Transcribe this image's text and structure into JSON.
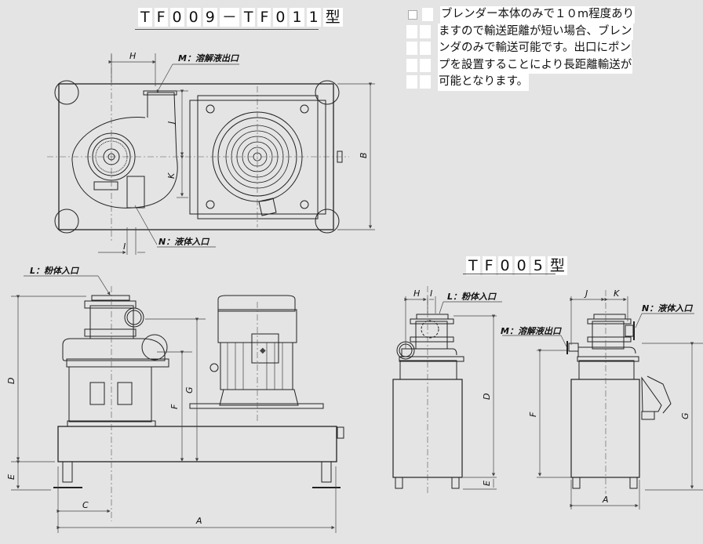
{
  "titles": {
    "top": [
      "T",
      "F",
      "0",
      "0",
      "9",
      "－",
      "T",
      "F",
      "0",
      "1",
      "1",
      "型"
    ],
    "bottom": [
      "T",
      "F",
      "0",
      "0",
      "5",
      "型"
    ]
  },
  "note": {
    "lines": [
      "ブレンダー本体のみで１０m程度あり",
      "ますので輸送距離が短い場合、ブレン",
      "ンダのみで輸送可能です。出口にポン",
      "プを設置することにより長距離輸送が",
      "可能となります。"
    ]
  },
  "labels": {
    "M": "M：溶解液出口",
    "N": "N：液体入口",
    "L": "L：粉体入口"
  },
  "dimensions": {
    "top_view": [
      "H",
      "J",
      "K",
      "B",
      "I"
    ],
    "tf009_side": [
      "D",
      "E",
      "F",
      "G",
      "C",
      "A"
    ],
    "tf005_front": [
      "H",
      "I",
      "D",
      "E"
    ],
    "tf005_side": [
      "J",
      "K",
      "F",
      "G",
      "A"
    ]
  },
  "colors": {
    "background": "#e4e4e4",
    "line": "#222222",
    "label_bg": "#ffffff"
  }
}
